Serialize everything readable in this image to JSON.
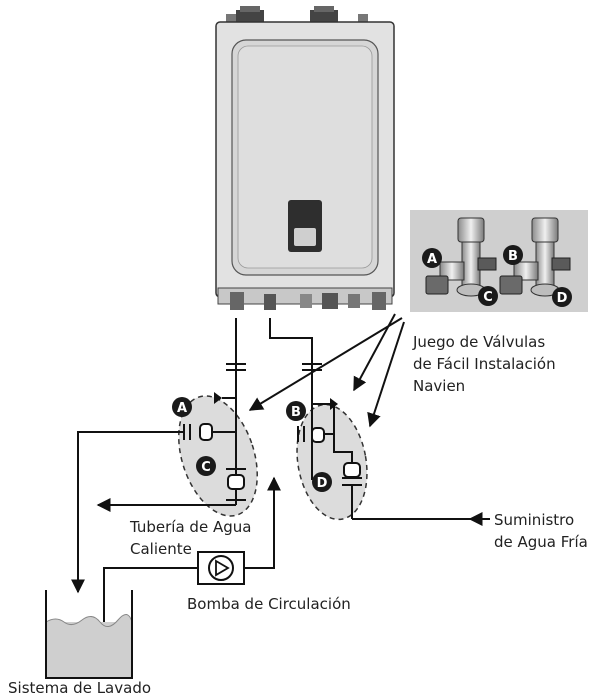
{
  "labels": {
    "valve_kit_line1": "Juego de Válvulas",
    "valve_kit_line2": "de Fácil Instalación",
    "valve_kit_line3": "Navien",
    "hot_pipe_line1": "Tubería de Agua",
    "hot_pipe_line2": "Caliente",
    "cold_supply_line1": "Suministro",
    "cold_supply_line2": "de Agua Fría",
    "pump": "Bomba de Circulación",
    "flush_system": "Sistema de Lavado"
  },
  "badges": {
    "a": "A",
    "b": "B",
    "c": "C",
    "d": "D"
  },
  "colors": {
    "heater_body": "#e2e2e2",
    "panel": "#d6d6d6",
    "badge": "#1a1a1a",
    "zone_fill": "#dcdcdc",
    "photo_bg": "#cfcfcf",
    "water": "#cfcfcf"
  }
}
